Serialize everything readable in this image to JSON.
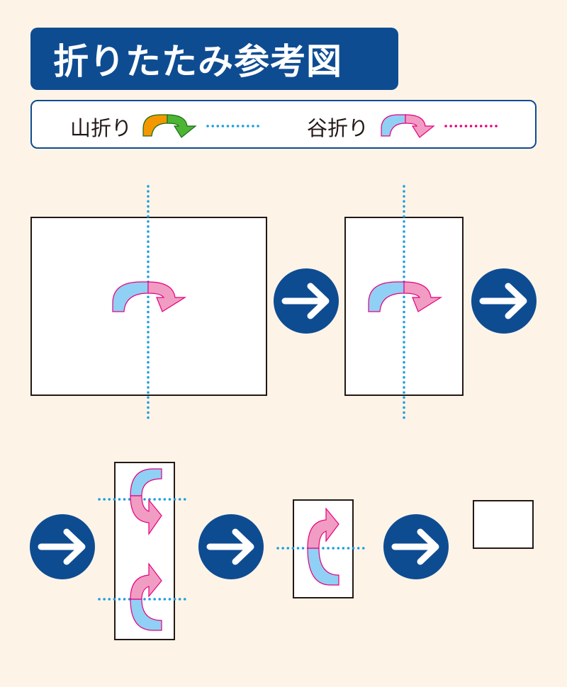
{
  "title": "折りたたみ参考図",
  "legend": {
    "mountain_fold_label": "山折り",
    "valley_fold_label": "谷折り"
  },
  "colors": {
    "navy": "#0e4c92",
    "mountain_line": "#1b9ee0",
    "valley_line": "#e5007f",
    "arrow_blue_fill": "#8fd0f4",
    "arrow_pink_fill": "#f19cc3",
    "mountain_arrow_orange": "#f39800",
    "mountain_arrow_green": "#4db534",
    "background": "#fdf4e7"
  },
  "steps": [
    {
      "name": "step-1",
      "icon": "mountain-fold-arrow-icon"
    },
    {
      "name": "step-2",
      "icon": "mountain-fold-arrow-icon"
    },
    {
      "name": "step-3",
      "icon": "double-fold-arrow-icon"
    },
    {
      "name": "step-4",
      "icon": "valley-fold-arrow-icon"
    },
    {
      "name": "step-5",
      "icon": "folded-result"
    }
  ]
}
